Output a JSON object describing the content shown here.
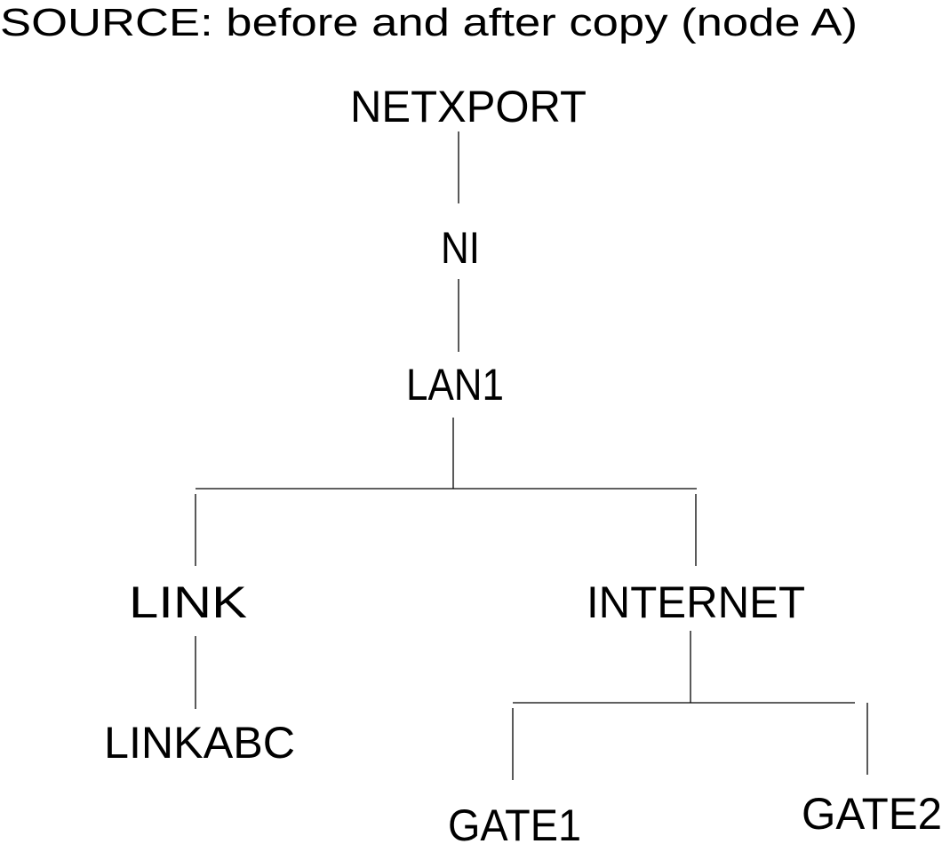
{
  "title": "SOURCE: before and after copy (node A)",
  "colors": {
    "background": "#ffffff",
    "ink": "#000000"
  },
  "tree": {
    "root": "NETXPORT",
    "nodes": {
      "netxport": "NETXPORT",
      "ni": "NI",
      "lan1": "LAN1",
      "link": "LINK",
      "internet": "INTERNET",
      "linkabc": "LINKABC",
      "gate1": "GATE1",
      "gate2": "GATE2"
    },
    "edges": [
      [
        "NETXPORT",
        "NI"
      ],
      [
        "NI",
        "LAN1"
      ],
      [
        "LAN1",
        "LINK"
      ],
      [
        "LAN1",
        "INTERNET"
      ],
      [
        "LINK",
        "LINKABC"
      ],
      [
        "INTERNET",
        "GATE1"
      ],
      [
        "INTERNET",
        "GATE2"
      ]
    ]
  }
}
